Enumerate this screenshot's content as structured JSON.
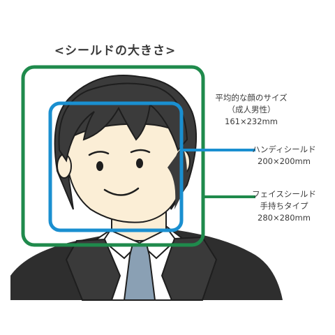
{
  "title": "<シールドの大きさ>",
  "face_size": {
    "line1": "平均的な顔のサイズ",
    "line2": "（成人男性）",
    "line3": "161×232mm"
  },
  "handy_shield": {
    "line1": "ハンディシールド",
    "line2": "200×200mm",
    "color": "#1a8fd0"
  },
  "face_shield": {
    "line1": "フェイスシールド",
    "line2": "手持ちタイプ",
    "line3": "280×280mm",
    "color": "#1f8a4c"
  },
  "colors": {
    "skin": "#fbeed6",
    "hair": "#3b3b3b",
    "suit": "#2e2e2e",
    "tie": "#8aa0b4",
    "text": "#3a3a3a"
  }
}
